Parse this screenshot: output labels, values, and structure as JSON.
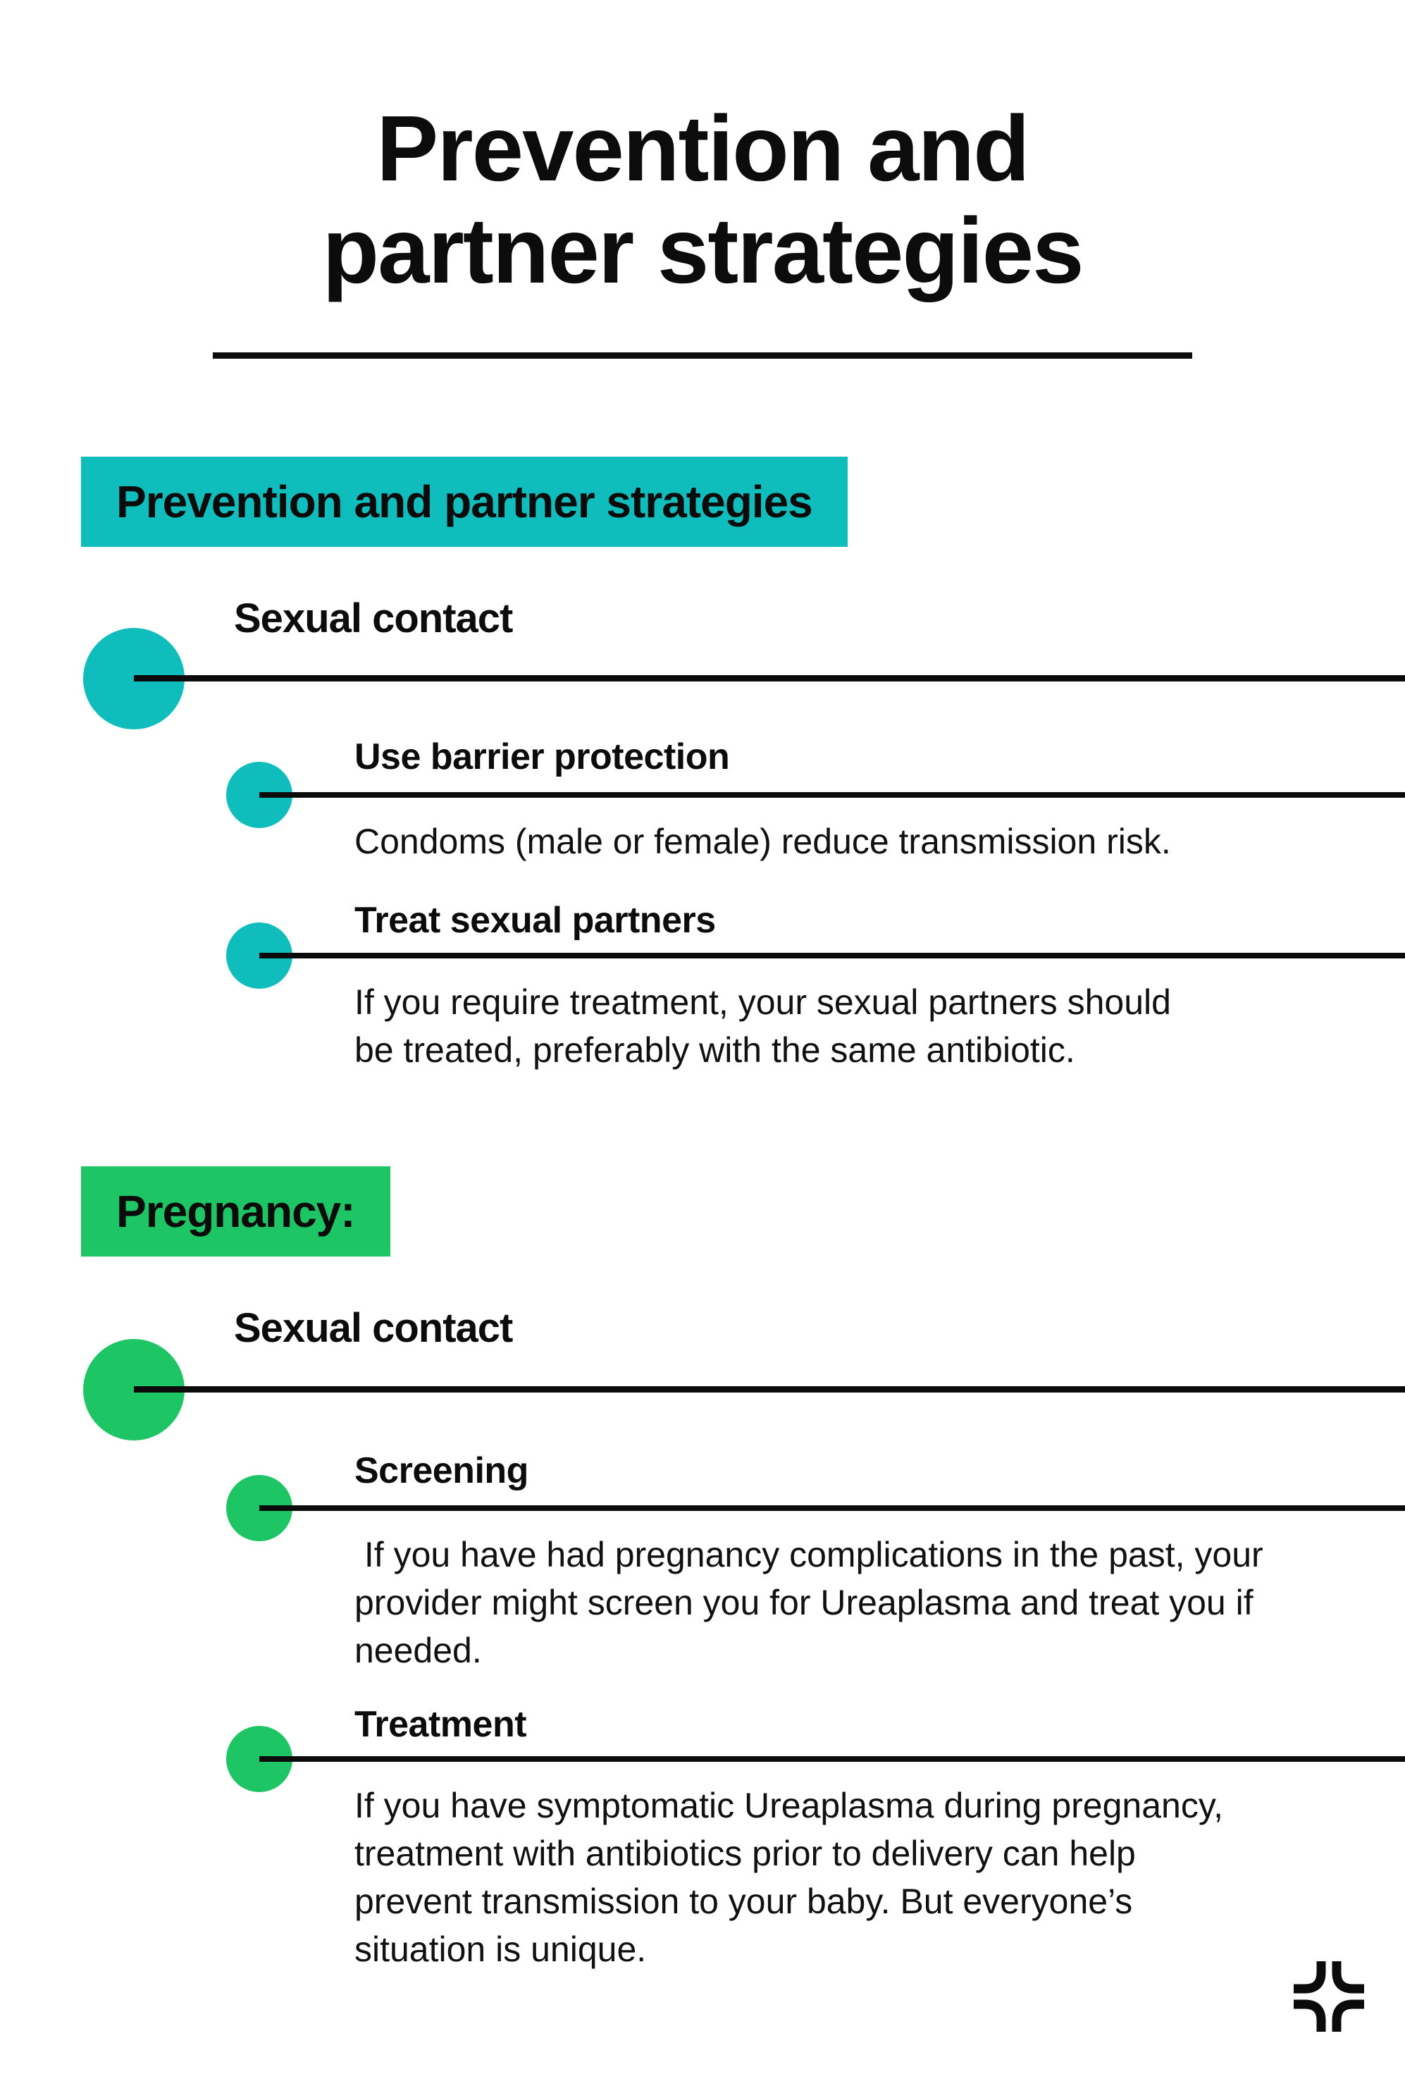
{
  "title": {
    "line1": "Prevention and",
    "line2": "partner strategies"
  },
  "colors": {
    "teal": "#0fbdbd",
    "green": "#1ec564",
    "ink": "#0b0b0b"
  },
  "sections": [
    {
      "banner": "Prevention and partner strategies",
      "heading": "Sexual contact",
      "items": [
        {
          "title": "Use barrier protection",
          "body": "Condoms (male or female) reduce transmission risk."
        },
        {
          "title": "Treat sexual partners",
          "body": "If you require treatment, your sexual partners should be treated, preferably with the same antibiotic."
        }
      ]
    },
    {
      "banner": "Pregnancy:",
      "heading": "Sexual contact",
      "items": [
        {
          "title": "Screening",
          "body": " If you have had pregnancy complications in the past, your provider might screen you for Ureaplasma and treat you if needed."
        },
        {
          "title": "Treatment",
          "body": "If you have symptomatic Ureaplasma during pregnancy, treatment with antibiotics prior to delivery can help prevent transmission to your baby. But everyone’s situation is unique."
        }
      ]
    }
  ],
  "footer": {
    "logo_icon": "cross-logo-icon"
  }
}
